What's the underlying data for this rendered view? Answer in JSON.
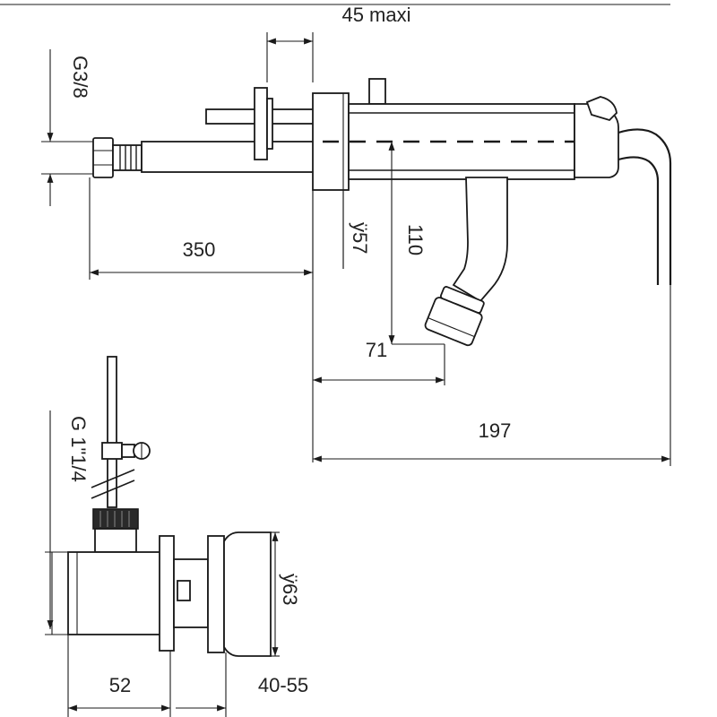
{
  "dimensions": {
    "max_depth": "45 maxi",
    "inlet_thread": "G3/8",
    "hose_length": "350",
    "body_diameter": "ÿ57",
    "spout_height": "110",
    "spout_offset": "71",
    "total_length": "197",
    "valve_thread": "G 1\"1/4",
    "flange_diameter": "ÿ63",
    "valve_length": "52",
    "wall_range": "40-55"
  }
}
